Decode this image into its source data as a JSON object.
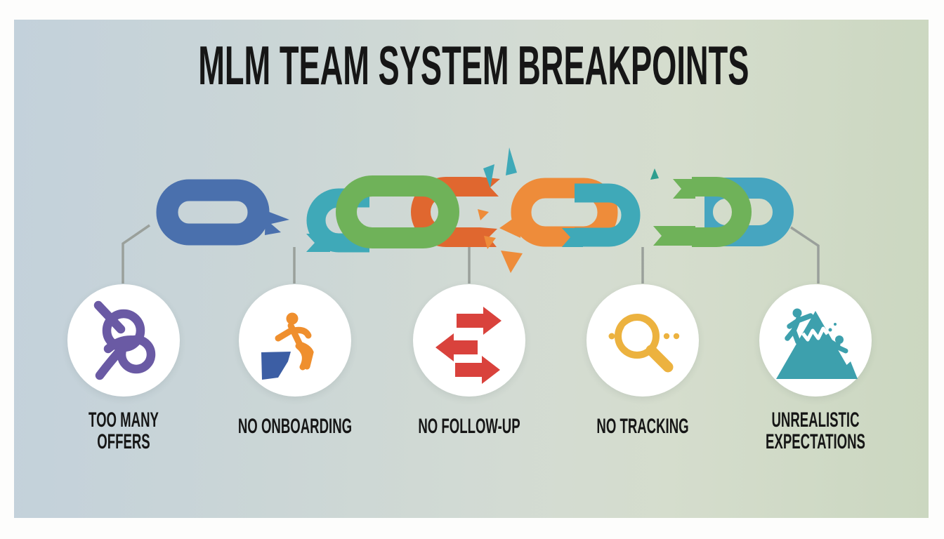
{
  "title": "MLM TEAM SYSTEM BREAKPOINTS",
  "colors": {
    "frame_bg": "#fdfdfc",
    "bg_left": "#c3d1db",
    "bg_right": "#cbd7c0",
    "text": "#161616",
    "circle_bg": "#ffffff",
    "connector": "#9aa09b",
    "blue": "#4a70ad",
    "green": "#6fb259",
    "teal": "#3fa9b8",
    "teal_dark": "#46a5c0",
    "orange": "#ee8c3a",
    "orange_dark": "#e0672f",
    "spike_teal": "#2f9e8f",
    "red": "#d9423c",
    "gold": "#ecb23f",
    "purple": "#6a5aa4",
    "step_blue": "#3c5ea4",
    "person_orange": "#ef8f2e",
    "mountain_teal": "#3da0ad"
  },
  "chain": {
    "description": "broken chain of links with burst at break point",
    "links": [
      {
        "name": "blue-link",
        "color_key": "blue"
      },
      {
        "name": "teal-half-link",
        "color_key": "teal"
      },
      {
        "name": "green-link",
        "color_key": "green"
      },
      {
        "name": "orange-broken-link",
        "color_key": "orange_dark"
      },
      {
        "name": "break-burst",
        "color_key": "orange"
      },
      {
        "name": "orange-link",
        "color_key": "orange"
      },
      {
        "name": "teal-half-link-2",
        "color_key": "teal"
      },
      {
        "name": "green-half-link",
        "color_key": "green"
      },
      {
        "name": "teal-link",
        "color_key": "teal_dark"
      }
    ]
  },
  "items": [
    {
      "id": "too-many-offers",
      "line1": "TOO MANY",
      "line2": "OFFERS",
      "icon": "tangled-knot-icon",
      "icon_color": "#6a5aa4"
    },
    {
      "id": "no-onboarding",
      "line1": "NO ONBOARDING",
      "line2": "",
      "icon": "falling-person-icon",
      "icon_color": "#ef8f2e"
    },
    {
      "id": "no-follow-up",
      "line1": "NO FOLLOW-UP",
      "line2": "",
      "icon": "exchange-arrows-icon",
      "icon_color": "#d9423c"
    },
    {
      "id": "no-tracking",
      "line1": "NO TRACKING",
      "line2": "",
      "icon": "magnifier-icon",
      "icon_color": "#ecb23f"
    },
    {
      "id": "unrealistic-expectations",
      "line1": "UNREALISTIC",
      "line2": "EXPECTATIONS",
      "icon": "mountain-climbers-icon",
      "icon_color": "#3da0ad"
    }
  ]
}
